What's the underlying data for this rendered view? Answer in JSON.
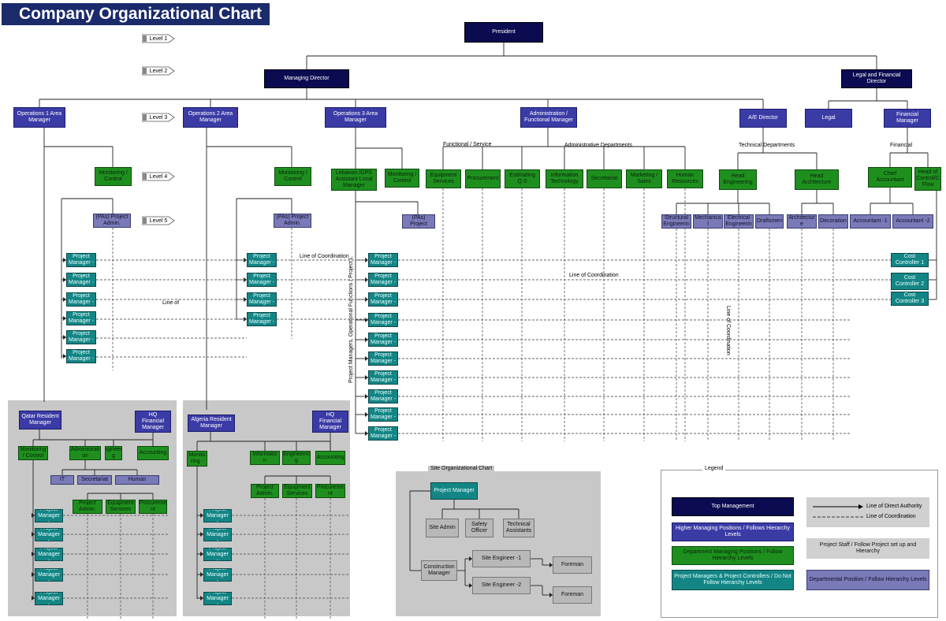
{
  "title": "Company Organizational Chart",
  "colors": {
    "top": "#0b0b52",
    "manager": "#3b3ba6",
    "department": "#1e8f1e",
    "project": "#148585",
    "position": "#7a7ab8",
    "grey": "#b8b8b8"
  },
  "levels": [
    "Level 1",
    "Level 2",
    "Level 3",
    "Level 4",
    "Level 5"
  ],
  "top": {
    "president": "President",
    "managing_director": "Managing Director",
    "legal_financial_director": "Legal and Financial Director"
  },
  "level3": {
    "ops1": "Operations 1 Area Manager",
    "ops2": "Operations 2 Area Manager",
    "ops3": "Operations 3 Area Manager",
    "admin": "Administration / Functional Manager",
    "ae": "A/E Director",
    "legal": "Legal",
    "fin": "Financial Manager"
  },
  "ops": {
    "mon1": "Monitoring / Control",
    "mon2": "Monitoring / Control",
    "mon3": "Monitoring / Control",
    "pa1": "(PAs) Project Admin.",
    "pa2": "(PAs) Project Admin.",
    "pa3": "(PAs) Project",
    "lebanon": "Lebanon /GPS Assistant Local Manager",
    "pm": "Project Manager -"
  },
  "group_labels": {
    "functional": "Functional / Service",
    "admin_depts": "Administrative Departments",
    "tech_depts": "Technical Departments",
    "financial": "Financial"
  },
  "admin_depts": [
    "Equipment Services",
    "Procurement",
    "Estimating Q.S",
    "Information Technology",
    "Secretariat",
    "Marketing / Sales",
    "Human Resources"
  ],
  "tech": {
    "head_eng": "Head Engineering",
    "head_arch": "Head Architecture",
    "eng_sub": [
      "Structural Engineerin",
      "Mechanica l",
      "Electrical Engineerin",
      "Draftsmen"
    ],
    "arch_sub": [
      "Architectur e",
      "Decoration"
    ]
  },
  "fin": {
    "chief_accountant": "Chief Accountant",
    "head_control": "Head of Control/C Flow",
    "accountants": [
      "Accountant -1",
      "Accountant -2"
    ],
    "cost_controllers": [
      "Cost Controller 1",
      "Cost Controller 2",
      "Cost Controller 3"
    ]
  },
  "annotations": {
    "loc1": "Line of Coordination",
    "loc2": "Line of Coordination",
    "loc3": "Line of",
    "loc_vertical": "Line of Coordination",
    "pm_vertical": "Project Managers, Operational Functions / Project L"
  },
  "qatar": {
    "resident": "Qatar Resident Manager",
    "hq": "HQ Financial Manager",
    "monitoring": "Monitoring / Control",
    "admin": "Administrati on",
    "engineering": "Engineerin g",
    "accounting": "Accounting",
    "it": "IT",
    "secretariat": "Secretariat",
    "human": "Human",
    "project_admin": "Project Admin.",
    "equipment": "Equipment Services",
    "procurement": "Procureme nt"
  },
  "algeria": {
    "resident": "Algeria Resident Manager",
    "hq": "HQ Financial Manager",
    "monitoring": "Monito ring -",
    "informatics": "Informatio n",
    "engineering": "Engineerin g",
    "accounting": "Accounting",
    "project_admin": "Project Admin.",
    "equipment": "Equipment Services",
    "procurement": "Procureme nt"
  },
  "site": {
    "title": "Site Organizational Chart",
    "pm": "Project Manager",
    "site_admin": "Site Admin",
    "safety": "Safety Officer",
    "technical": "Technical Assistants",
    "construction": "Construction Manager",
    "eng1": "Site Engineer -1",
    "eng2": "Site Engineer -2",
    "foreman1": "Foreman",
    "foreman2": "Foreman"
  },
  "legend": {
    "title": "Legend",
    "top": "Top Management",
    "higher": "Higher Managing Positions / Follows Hierarchy Levels",
    "dept": "Department Managing Positions / Follow Hierarchy Levels",
    "pm": "Project Managers & Project Controllers / Do Not Follow Hierarchy Levels",
    "direct": "Line of Direct Authority",
    "coord": "Line of Coordination",
    "staff": "Project Staff / Follow Project set up and Hierarchy",
    "departmental": "Departmental Position / Follow Hierarchy Levels"
  }
}
